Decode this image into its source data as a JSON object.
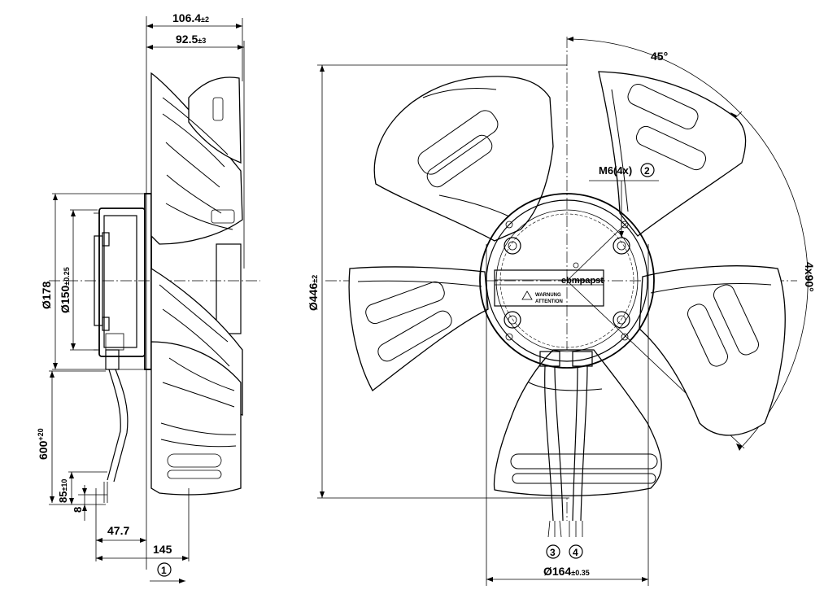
{
  "side_view": {
    "dim_overall_depth": "106.4",
    "dim_overall_depth_tol": "±2",
    "dim_blade_depth": "92.5",
    "dim_blade_depth_tol": "±3",
    "dim_housing_dia": "Ø178",
    "dim_flange_dia": "Ø150",
    "dim_flange_dia_tol": "±0.25",
    "dim_cable_length": "600",
    "dim_cable_length_tol": "+20",
    "dim_strip_length": "85",
    "dim_strip_length_tol": "±10",
    "dim_end_sleeve": "8",
    "dim_cable_offset": "47.7",
    "dim_overall_length": "145",
    "callout_1": "1"
  },
  "front_view": {
    "dim_outer_dia": "Ø446",
    "dim_outer_dia_tol": "±2",
    "dim_angle_45": "45°",
    "dim_angle_4x90": "4x90°",
    "thread_label": "M6(4x)",
    "callout_2": "2",
    "callout_3": "3",
    "callout_4": "4",
    "dim_bolt_circle": "Ø164",
    "dim_bolt_circle_tol": "±0.35",
    "brand_label": "ebmpapst",
    "warning_label_1": "WARNUNG",
    "warning_label_2": "ATTENTION"
  }
}
